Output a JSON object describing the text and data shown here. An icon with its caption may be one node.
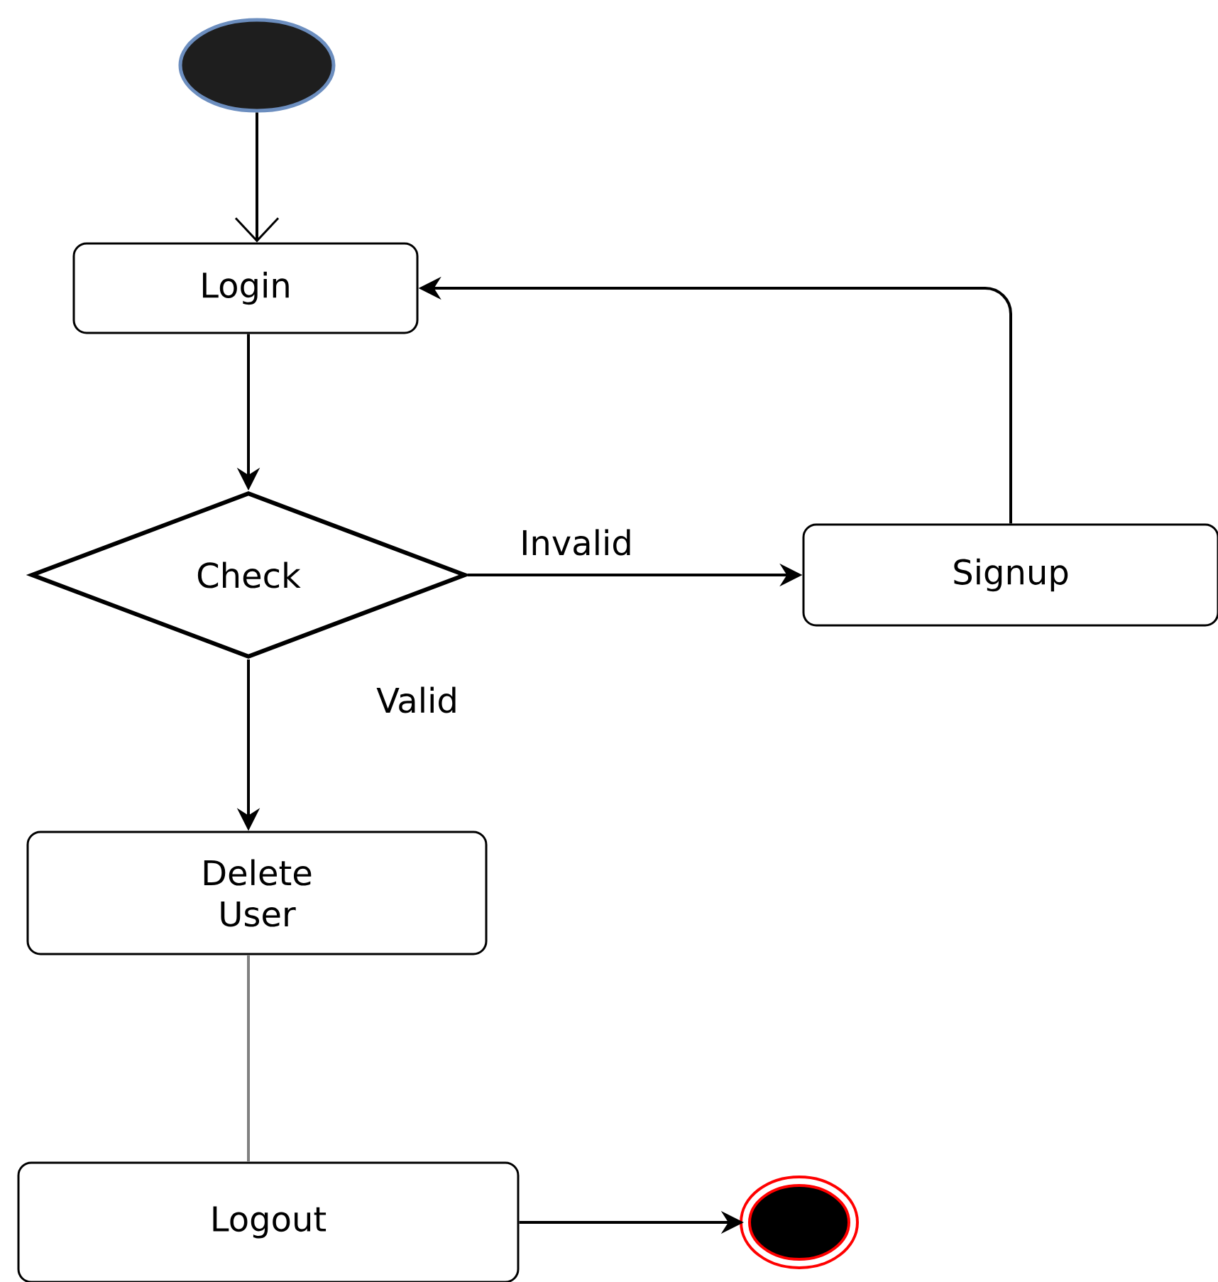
{
  "diagram": {
    "nodes": [
      {
        "text": [],
        "shape": "circle"
      },
      {
        "text": [
          "Login"
        ]
      },
      {
        "text": [
          "Check"
        ]
      },
      {
        "text": [
          "Signup"
        ]
      },
      {
        "text": [
          "Delete User"
        ]
      },
      {
        "text": [
          "Logout"
        ]
      },
      {
        "text": [],
        "shape": "circle"
      }
    ],
    "edges": [
      {
        "from": 0,
        "to": 1,
        "arrow": "to"
      },
      {
        "from": 1,
        "to": 2,
        "arrow": "to"
      },
      {
        "from": 2,
        "to": 3,
        "arrow": "to",
        "label": "Invalid"
      },
      {
        "from": 3,
        "to": 1,
        "arrow": "to"
      },
      {
        "from": 2,
        "to": 4,
        "arrow": "to",
        "label": "Valid"
      },
      {
        "from": 4,
        "to": 5,
        "arrow": "none",
        "color": "#808080"
      },
      {
        "from": 5,
        "to": 6,
        "arrow": "to"
      }
    ]
  }
}
